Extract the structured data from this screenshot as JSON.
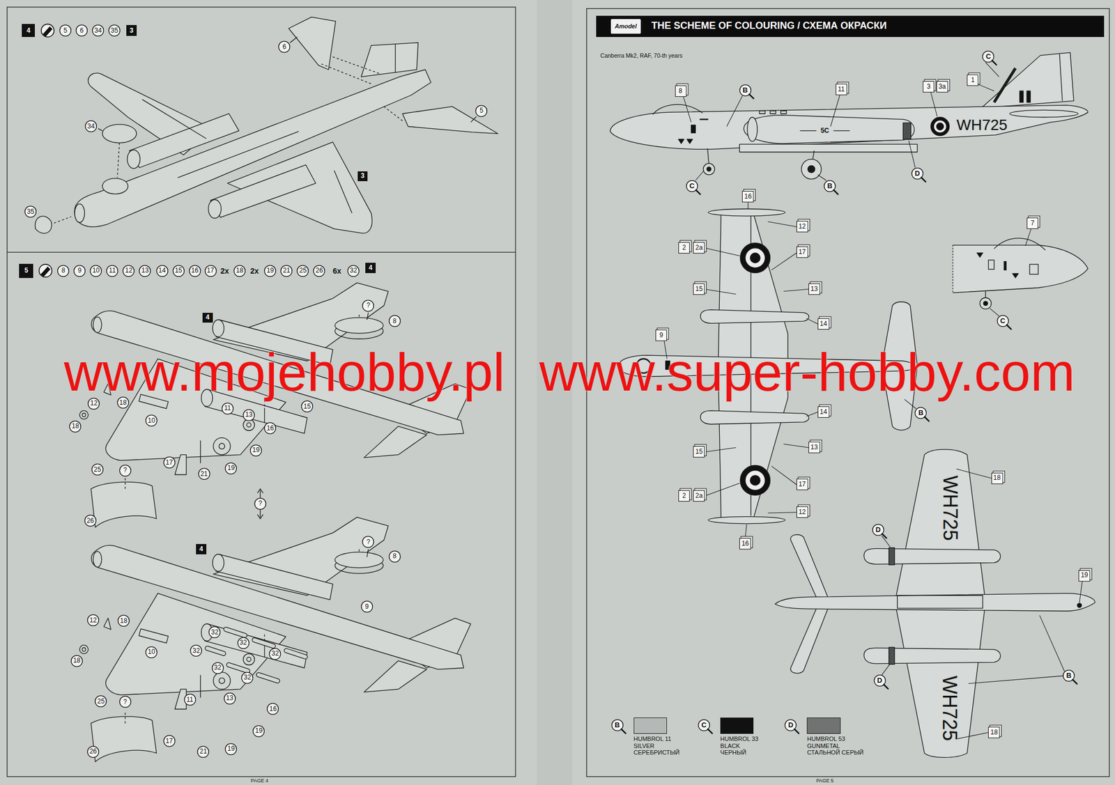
{
  "diagram": {
    "nodes": [
      {
        "text": [
          "4"
        ]
      },
      {
        "text": [
          "5"
        ]
      },
      {
        "text": [
          "6"
        ]
      },
      {
        "text": [
          "34"
        ]
      },
      {
        "text": [
          "35"
        ]
      },
      {
        "text": [
          "3"
        ]
      },
      {
        "text": [
          "6"
        ]
      },
      {
        "text": [
          "5"
        ]
      },
      {
        "text": [
          "34"
        ]
      },
      {
        "text": [
          "3"
        ]
      },
      {
        "text": [
          "35"
        ]
      },
      {
        "text": [
          "5"
        ]
      },
      {
        "text": [
          "8"
        ]
      },
      {
        "text": [
          "9"
        ]
      },
      {
        "text": [
          "10"
        ]
      },
      {
        "text": [
          "11"
        ]
      },
      {
        "text": [
          "12"
        ]
      },
      {
        "text": [
          "13"
        ]
      },
      {
        "text": [
          "14"
        ]
      },
      {
        "text": [
          "15"
        ]
      },
      {
        "text": [
          "16"
        ]
      },
      {
        "text": [
          "17"
        ]
      },
      {
        "text": [
          "18"
        ]
      },
      {
        "text": [
          "19"
        ]
      },
      {
        "text": [
          "21"
        ]
      },
      {
        "text": [
          "25"
        ]
      },
      {
        "text": [
          "26"
        ]
      },
      {
        "text": [
          "32"
        ]
      },
      {
        "text": [
          "4"
        ]
      },
      {
        "text": [
          "4"
        ]
      },
      {
        "text": [
          "?"
        ]
      },
      {
        "text": [
          "8"
        ]
      },
      {
        "text": [
          "12"
        ]
      },
      {
        "text": [
          "13"
        ]
      },
      {
        "text": [
          "18"
        ]
      },
      {
        "text": [
          "18"
        ]
      },
      {
        "text": [
          "10"
        ]
      },
      {
        "text": [
          "11"
        ]
      },
      {
        "text": [
          "15"
        ]
      },
      {
        "text": [
          "16"
        ]
      },
      {
        "text": [
          "19"
        ]
      },
      {
        "text": [
          "17"
        ]
      },
      {
        "text": [
          "21"
        ]
      },
      {
        "text": [
          "19"
        ]
      },
      {
        "text": [
          "25"
        ]
      },
      {
        "text": [
          "?"
        ]
      },
      {
        "text": [
          "26"
        ]
      },
      {
        "text": [
          "?"
        ]
      },
      {
        "text": [
          "4"
        ]
      },
      {
        "text": [
          "?"
        ]
      },
      {
        "text": [
          "8"
        ]
      },
      {
        "text": [
          "9"
        ]
      },
      {
        "text": [
          "12"
        ]
      },
      {
        "text": [
          "18"
        ]
      },
      {
        "text": [
          "10"
        ]
      },
      {
        "text": [
          "18"
        ]
      },
      {
        "text": [
          "32"
        ]
      },
      {
        "text": [
          "32"
        ]
      },
      {
        "text": [
          "32"
        ]
      },
      {
        "text": [
          "32"
        ]
      },
      {
        "text": [
          "32"
        ]
      },
      {
        "text": [
          "32"
        ]
      },
      {
        "text": [
          "11"
        ]
      },
      {
        "text": [
          "13"
        ]
      },
      {
        "text": [
          "16"
        ]
      },
      {
        "text": [
          "19"
        ]
      },
      {
        "text": [
          "17"
        ]
      },
      {
        "text": [
          "21"
        ]
      },
      {
        "text": [
          "19"
        ]
      },
      {
        "text": [
          "25"
        ]
      },
      {
        "text": [
          "?"
        ]
      },
      {
        "text": [
          "26"
        ]
      },
      {
        "text": [
          "THE SCHEME OF COLOURING / СХЕМА ОКРАСКИ"
        ]
      },
      {
        "text": [
          "Amodel"
        ],
        "in": 72
      },
      {
        "text": [
          "8"
        ]
      },
      {
        "text": [
          "B"
        ]
      },
      {
        "text": [
          "11"
        ]
      },
      {
        "text": [
          "C"
        ]
      },
      {
        "text": [
          "1"
        ]
      },
      {
        "text": [
          "3"
        ]
      },
      {
        "text": [
          "3a"
        ]
      },
      {
        "text": [
          "C"
        ]
      },
      {
        "text": [
          "B"
        ]
      },
      {
        "text": [
          "D"
        ]
      },
      {
        "text": [
          "16"
        ]
      },
      {
        "text": [
          "12"
        ]
      },
      {
        "text": [
          "2"
        ]
      },
      {
        "text": [
          "2a"
        ]
      },
      {
        "text": [
          "17"
        ]
      },
      {
        "text": [
          "7"
        ]
      },
      {
        "text": [
          "15"
        ]
      },
      {
        "text": [
          "13"
        ]
      },
      {
        "text": [
          "14"
        ]
      },
      {
        "text": [
          "C"
        ]
      },
      {
        "text": [
          "9"
        ]
      },
      {
        "text": [
          "B"
        ]
      },
      {
        "text": [
          "14"
        ]
      },
      {
        "text": [
          "13"
        ]
      },
      {
        "text": [
          "15"
        ]
      },
      {
        "text": [
          "18"
        ]
      },
      {
        "text": [
          "17"
        ]
      },
      {
        "text": [
          "2"
        ]
      },
      {
        "text": [
          "2a"
        ]
      },
      {
        "text": [
          "12"
        ]
      },
      {
        "text": [
          "D"
        ]
      },
      {
        "text": [
          "16"
        ]
      },
      {
        "text": [
          "19"
        ]
      },
      {
        "text": [
          "B"
        ]
      },
      {
        "text": [
          "D"
        ]
      },
      {
        "text": [
          "18"
        ]
      },
      {
        "text": [
          "B"
        ]
      },
      {
        "text": [
          "C"
        ]
      },
      {
        "text": [
          "D"
        ]
      }
    ],
    "labels": [
      "2x",
      "2x",
      "6x",
      "www.mojehobby.pl",
      "www.super-hobby.com",
      "Canberra Mk2, RAF, 70-th years",
      "5C",
      "WH725",
      "WH725",
      "WH725",
      "PAGE 4",
      "PAGE 5"
    ],
    "legend": [
      {
        "text": "HUMBROL 11 SILVER СЕРЕБРИСТЫЙ",
        "color": "#b4b8b7"
      },
      {
        "text": "HUMBROL 33 BLACK ЧЕРНЫЙ",
        "color": "#111111"
      },
      {
        "text": "HUMBROL 53 GUNMETAL СТАЛЬНОЙ СЕРЫЙ",
        "color": "#707372"
      }
    ]
  }
}
